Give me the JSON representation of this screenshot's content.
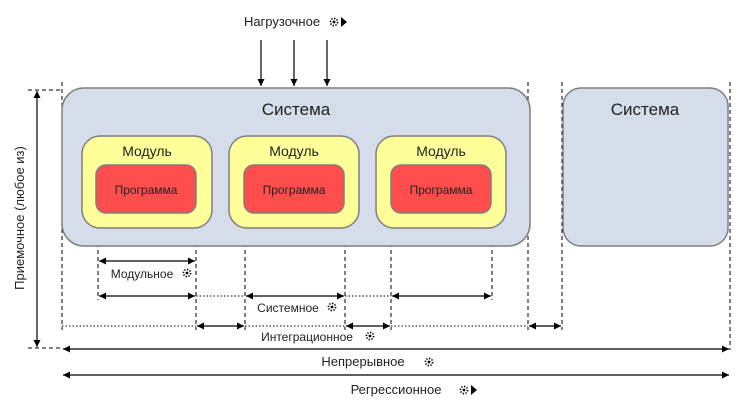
{
  "top_label": "Нагрузочное",
  "left_label": "Приемочное (любое из)",
  "system_main": {
    "title": "Система"
  },
  "system_secondary": {
    "title": "Система"
  },
  "modules": [
    {
      "title": "Модуль",
      "program": "Программа"
    },
    {
      "title": "Модуль",
      "program": "Программа"
    },
    {
      "title": "Модуль",
      "program": "Программа"
    }
  ],
  "levels": {
    "modular": "Модульное",
    "system": "Системное",
    "integration": "Интеграционное",
    "continuous": "Непрерывное",
    "regression": "Регрессионное"
  },
  "icons": {
    "gear": "gear-icon",
    "play": "play-icon"
  },
  "colors": {
    "system_fill": "#d4dde9",
    "module_fill": "#ffff99",
    "program_fill": "#ff4d4d",
    "stroke": "#7f7f7f"
  }
}
